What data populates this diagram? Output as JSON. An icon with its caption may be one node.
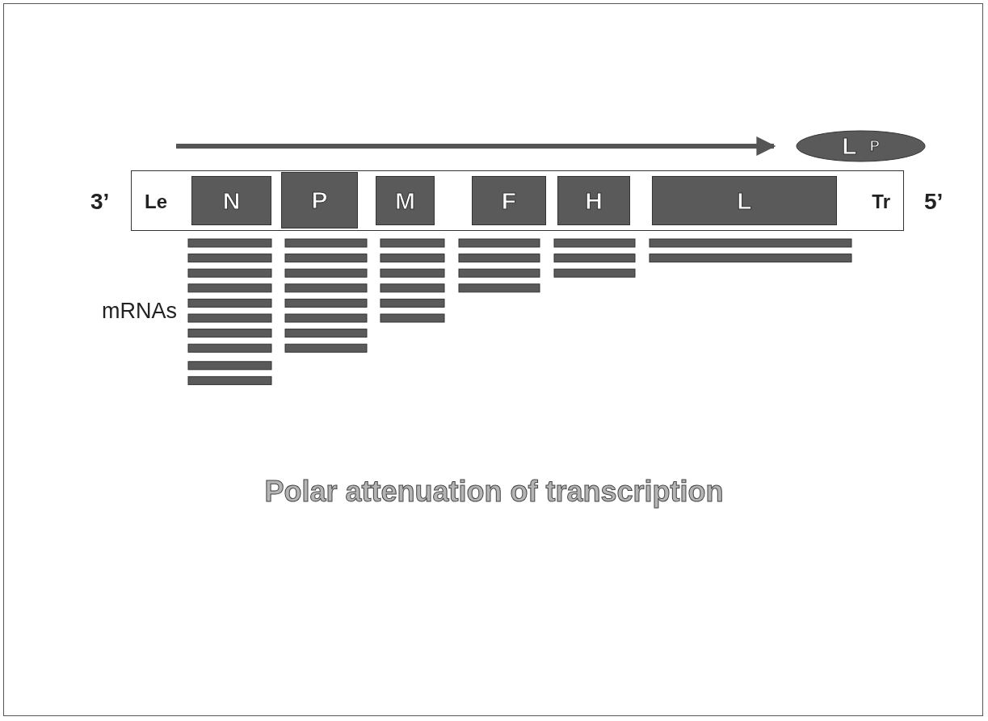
{
  "diagram": {
    "title": "Polar attenuation of transcription",
    "nodes": [
      {
        "text": [
          "Le",
          "Tr"
        ]
      },
      {
        "text": [
          "N"
        ],
        "in": 0
      },
      {
        "text": [
          "P"
        ],
        "in": 0
      },
      {
        "text": [
          "M"
        ],
        "in": 0
      },
      {
        "text": [
          "F"
        ],
        "in": 0
      },
      {
        "text": [
          "H"
        ],
        "in": 0
      },
      {
        "text": [
          "L"
        ],
        "in": 0
      },
      {
        "text": [
          "L",
          "P"
        ]
      }
    ],
    "labels": [
      "3’",
      "5’",
      "mRNAs"
    ]
  }
}
